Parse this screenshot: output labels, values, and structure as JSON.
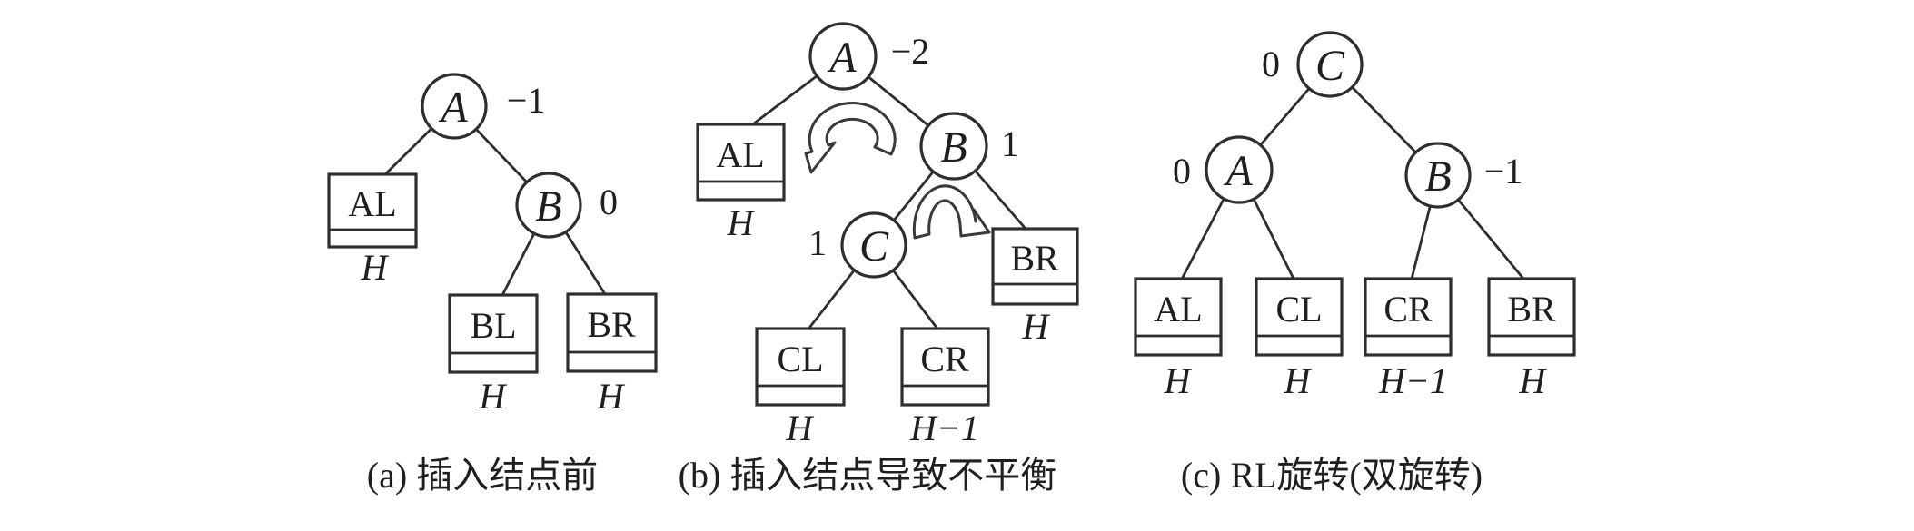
{
  "figure": {
    "background": "#ffffff",
    "ink": "#2e2e2e",
    "panels": {
      "a": {
        "caption": "(a) 插入结点前",
        "nodes": {
          "A": {
            "label": "A",
            "balance": "−1"
          },
          "B": {
            "label": "B",
            "balance": "0"
          }
        },
        "subtrees": {
          "AL": {
            "label": "AL",
            "height": "H"
          },
          "BL": {
            "label": "BL",
            "height": "H"
          },
          "BR": {
            "label": "BR",
            "height": "H"
          }
        }
      },
      "b": {
        "caption": "(b) 插入结点导致不平衡",
        "nodes": {
          "A": {
            "label": "A",
            "balance": "−2"
          },
          "B": {
            "label": "B",
            "balance": "1"
          },
          "C": {
            "label": "C",
            "balance": "1"
          }
        },
        "subtrees": {
          "AL": {
            "label": "AL",
            "height": "H"
          },
          "BR": {
            "label": "BR",
            "height": "H"
          },
          "CL": {
            "label": "CL",
            "height": "H"
          },
          "CR": {
            "label": "CR",
            "height": "H−1"
          }
        }
      },
      "c": {
        "caption": "(c) RL旋转(双旋转)",
        "nodes": {
          "C": {
            "label": "C",
            "balance": "0"
          },
          "A": {
            "label": "A",
            "balance": "0"
          },
          "B": {
            "label": "B",
            "balance": "−1"
          }
        },
        "subtrees": {
          "AL": {
            "label": "AL",
            "height": "H"
          },
          "CL": {
            "label": "CL",
            "height": "H"
          },
          "CR": {
            "label": "CR",
            "height": "H−1"
          },
          "BR": {
            "label": "BR",
            "height": "H"
          }
        }
      }
    }
  }
}
